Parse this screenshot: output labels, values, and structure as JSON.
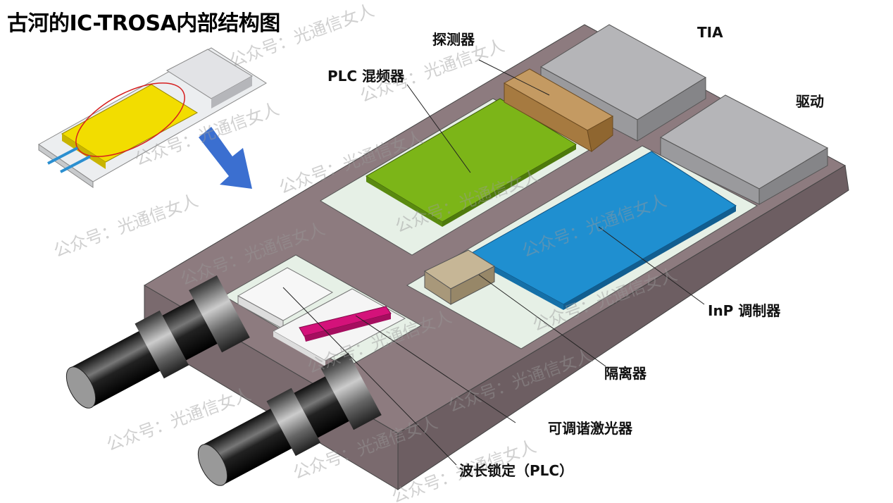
{
  "title": "古河的IC-TROSA内部结构图",
  "labels": {
    "detector": "探测器",
    "tia": "TIA",
    "plc_mixer": "PLC 混频器",
    "driver": "驱动",
    "inp_modulator": "InP 调制器",
    "isolator": "隔离器",
    "tunable_laser": "可调谐激光器",
    "wavelength_locker": "波长锁定（PLC）"
  },
  "watermark": "公众号：光通信女人",
  "colors": {
    "plate": "#8d7b7f",
    "mixer": "#7cb518",
    "modulator": "#1f8fd0",
    "detector": "#b8894f",
    "laser_bar": "#d4127a",
    "arrow": "#3b6fd0"
  }
}
